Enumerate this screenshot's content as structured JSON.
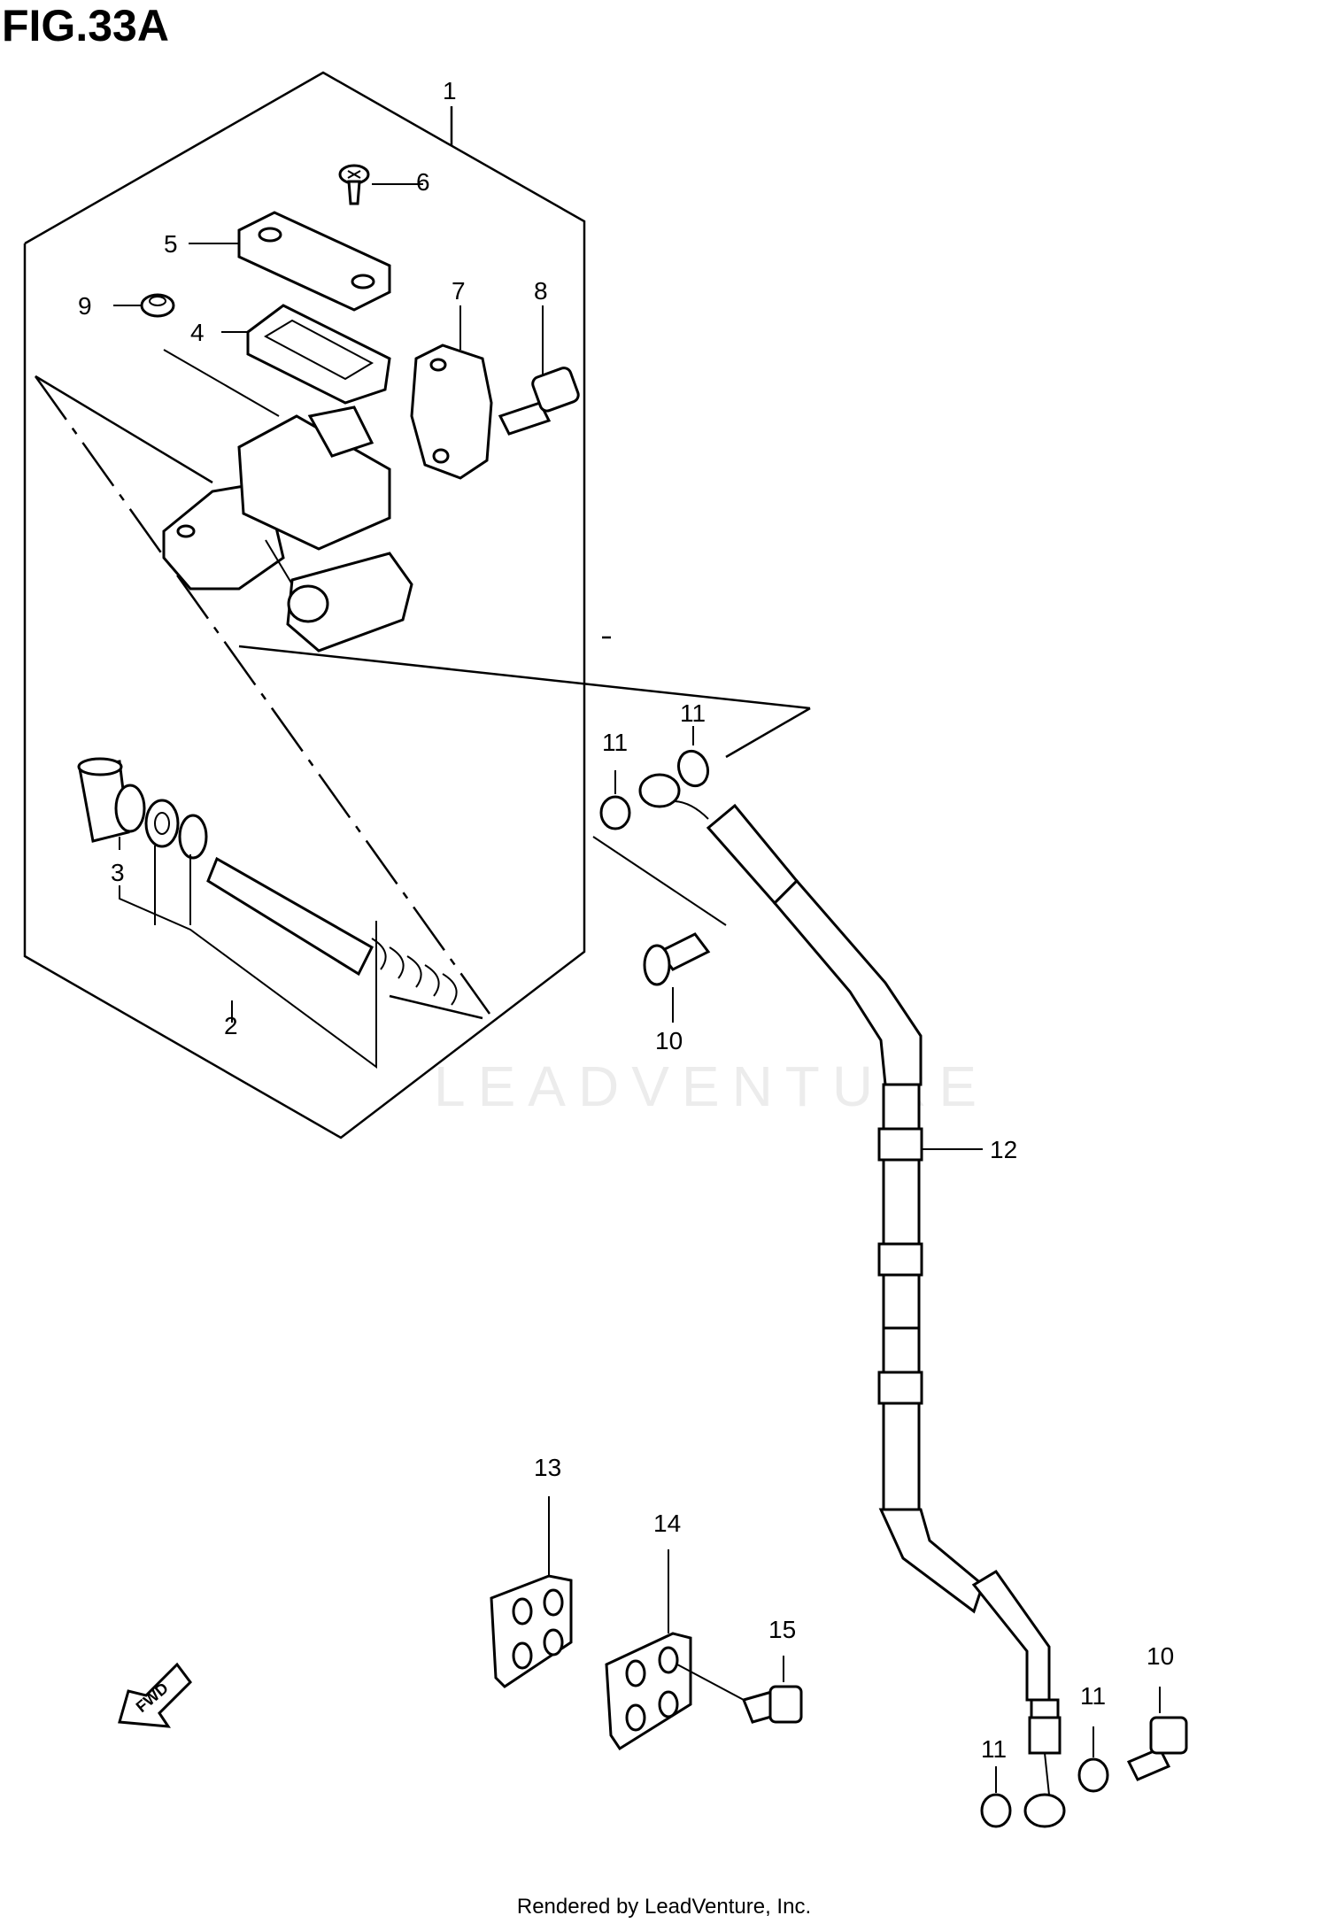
{
  "figure": {
    "title": "FIG.33A",
    "footer": "Rendered by LeadVenture, Inc.",
    "watermark": "LEADVENTURE",
    "direction_marker": "FWD"
  },
  "callouts": [
    {
      "id": "c1",
      "label": "1"
    },
    {
      "id": "c2",
      "label": "2"
    },
    {
      "id": "c3",
      "label": "3"
    },
    {
      "id": "c4",
      "label": "4"
    },
    {
      "id": "c5",
      "label": "5"
    },
    {
      "id": "c6",
      "label": "6"
    },
    {
      "id": "c7",
      "label": "7"
    },
    {
      "id": "c8",
      "label": "8"
    },
    {
      "id": "c9",
      "label": "9"
    },
    {
      "id": "c10a",
      "label": "10"
    },
    {
      "id": "c10b",
      "label": "10"
    },
    {
      "id": "c11a",
      "label": "11"
    },
    {
      "id": "c11b",
      "label": "11"
    },
    {
      "id": "c11c",
      "label": "11"
    },
    {
      "id": "c11d",
      "label": "11"
    },
    {
      "id": "c12",
      "label": "12"
    },
    {
      "id": "c13",
      "label": "13"
    },
    {
      "id": "c14",
      "label": "14"
    },
    {
      "id": "c15",
      "label": "15"
    }
  ]
}
